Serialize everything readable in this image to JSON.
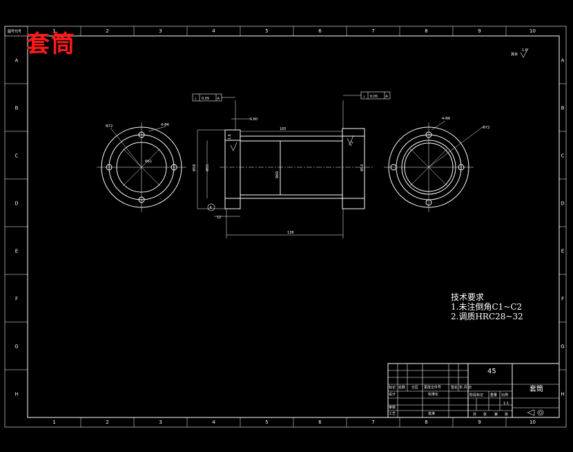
{
  "stamp_text": "套筒",
  "tag_label": "图号代号",
  "zones": {
    "cols": [
      "1",
      "2",
      "3",
      "4",
      "5",
      "6",
      "7",
      "8",
      "9",
      "10"
    ],
    "rows": [
      "A",
      "B",
      "C",
      "D",
      "E",
      "F",
      "G",
      "H"
    ]
  },
  "roughness": {
    "label": "其余",
    "value": "1.6"
  },
  "tolerances": {
    "left": {
      "symbol": "⊥",
      "value": "0.05",
      "datum": "A"
    },
    "right": {
      "symbol": "⊥",
      "value": "0.05",
      "datum": "A"
    }
  },
  "dimensions": {
    "left_view_outer": "Φ72",
    "left_view_holes": "4-Φ6",
    "left_view_inner": "Φ61",
    "side_offset": "6.80",
    "length_top": "165",
    "length_bottom": "138",
    "flange_width": "12",
    "left_face_roughness": "1.6",
    "right_face_roughness": "3.2",
    "dia_left_a": "Φ58",
    "dia_left_b": "Φ55",
    "dia_middle": "Φ60",
    "dia_right": "Φ54",
    "datum_label": "A",
    "right_view_holes": "4-Φ6",
    "right_view_outer": "Φ72"
  },
  "tech_requirements": {
    "title": "技术要求",
    "items": [
      "1.未注倒角C1~C2",
      "2.调质HRC28~32"
    ]
  },
  "title_block": {
    "material": "45",
    "part_name": "套筒",
    "header_labels": [
      "标记",
      "处数",
      "分区",
      "更改文件号",
      "签名",
      "年.月.日"
    ],
    "design_label": "设计",
    "standard_label": "标准化",
    "review_label": "审核",
    "process_label": "工艺",
    "approve_label": "批准",
    "stage_labels": [
      "阶段标记",
      "重量",
      "比例"
    ],
    "scale": "1:1",
    "sheet_labels": [
      "共",
      "张",
      "第",
      "张"
    ]
  }
}
